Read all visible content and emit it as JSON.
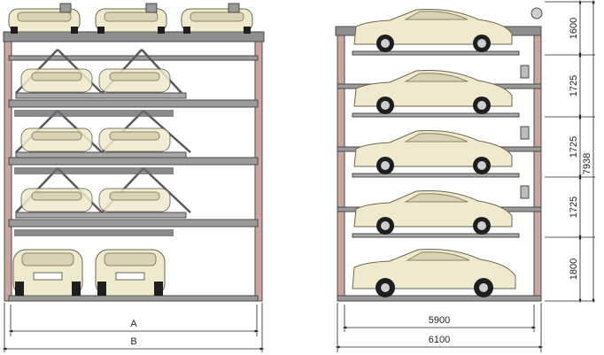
{
  "front_view": {
    "dimensions": [
      {
        "id": "width-a",
        "label": "A"
      },
      {
        "id": "width-b",
        "label": "B"
      }
    ]
  },
  "side_view": {
    "horizontal_dimensions": [
      {
        "id": "length-5900",
        "label": "5900"
      },
      {
        "id": "length-6100",
        "label": "6100"
      }
    ],
    "level_heights": [
      {
        "id": "height-top",
        "label": "1600"
      },
      {
        "id": "height-level-2",
        "label": "1725"
      },
      {
        "id": "height-level-3",
        "label": "1725"
      },
      {
        "id": "height-level-4",
        "label": "1725"
      },
      {
        "id": "height-ground",
        "label": "1800"
      }
    ],
    "total_height": {
      "id": "height-total",
      "label": "7938"
    }
  },
  "colors": {
    "steel": "#8e8e8e",
    "steel_dark": "#4a4a4a",
    "post_accent": "#c9a7a0",
    "car_body": "#efeacd",
    "car_shadow": "#b8b292",
    "tire": "#1e1e1e"
  }
}
